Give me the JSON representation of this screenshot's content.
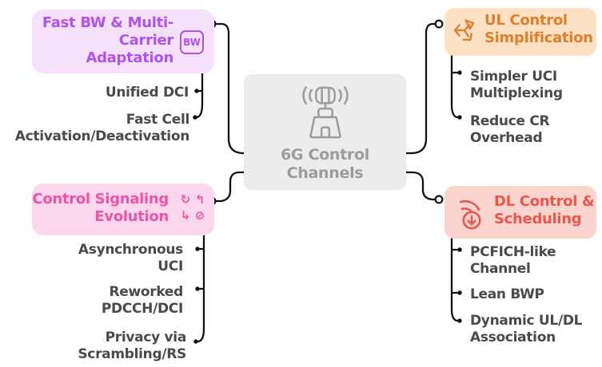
{
  "background": "#ffffff",
  "connector_color": "#111111",
  "child_text_color": "#4a4a4a",
  "center": {
    "label_lines": [
      "6G Control",
      "Channels"
    ],
    "icon": "base-station-icon",
    "bg": "#ececec",
    "fg": "#9c9c9c"
  },
  "branches": [
    {
      "id": "fast-bw",
      "position": "top-left",
      "title_lines": [
        "Fast BW & Multi-",
        "Carrier",
        "Adaptation"
      ],
      "icon": "bw-badge-icon",
      "icon_label": "BW",
      "bg": "#f6e1fd",
      "fg": "#b153e8",
      "children": [
        {
          "lines": [
            "Unified DCI",
            ""
          ]
        },
        {
          "lines": [
            "Fast Cell",
            "Activation/Deactivation"
          ]
        }
      ]
    },
    {
      "id": "ul-control",
      "position": "top-right",
      "title_lines": [
        "UL Control",
        "Simplification"
      ],
      "icon": "unity-3d-icon",
      "bg": "#fce1c5",
      "fg": "#e07f2b",
      "children": [
        {
          "lines": [
            "Simpler UCI",
            "Multiplexing"
          ]
        },
        {
          "lines": [
            "Reduce CR",
            "Overhead"
          ]
        }
      ]
    },
    {
      "id": "control-signaling",
      "position": "bottom-left",
      "title_lines": [
        "Control Signaling",
        "Evolution"
      ],
      "icon": "arrows-shuffle-icon",
      "icon_glyphs": [
        "↻",
        "↰",
        "↳",
        "⊘"
      ],
      "bg": "#fcd6ec",
      "fg": "#ec55a6",
      "children": [
        {
          "lines": [
            "Asynchronous",
            "UCI"
          ]
        },
        {
          "lines": [
            "Reworked",
            "PDCCH/DCI"
          ]
        },
        {
          "lines": [
            "Privacy via",
            "Scrambling/RS"
          ]
        }
      ]
    },
    {
      "id": "dl-control",
      "position": "bottom-right",
      "title_lines": [
        "DL Control &",
        "Scheduling"
      ],
      "icon": "wifi-downlink-icon",
      "bg": "#fbd3cf",
      "fg": "#ea584d",
      "children": [
        {
          "lines": [
            "PCFICH-like",
            "Channel"
          ]
        },
        {
          "lines": [
            "Lean BWP",
            ""
          ]
        },
        {
          "lines": [
            "Dynamic UL/DL",
            "Association"
          ]
        }
      ]
    }
  ]
}
